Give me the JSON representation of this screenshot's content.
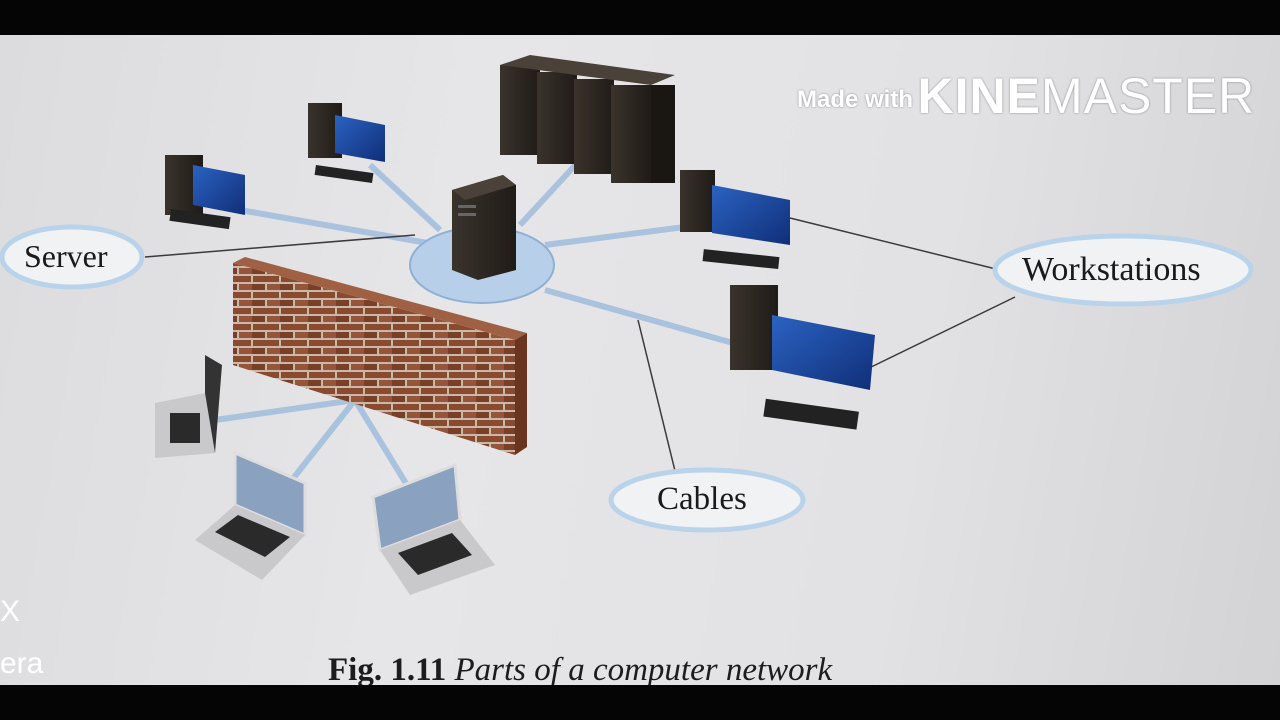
{
  "labels": {
    "server": "Server",
    "workstations": "Workstations",
    "cables": "Cables"
  },
  "caption": {
    "number": "Fig. 1.11",
    "title": "Parts of a computer network"
  },
  "watermark": {
    "prefix": "Made with",
    "brand_bold": "KINE",
    "brand_light": "MASTER"
  },
  "edge_text": {
    "line1": "X",
    "line2": "era"
  },
  "colors": {
    "cable": "#a9c2dd",
    "hub": "#b7cfe8",
    "cloud_border": "#b9d3ea",
    "brick": "#8a4a30",
    "tower": "#2c2722",
    "screen": "#1f4fa6",
    "line": "#3a3a3a"
  }
}
